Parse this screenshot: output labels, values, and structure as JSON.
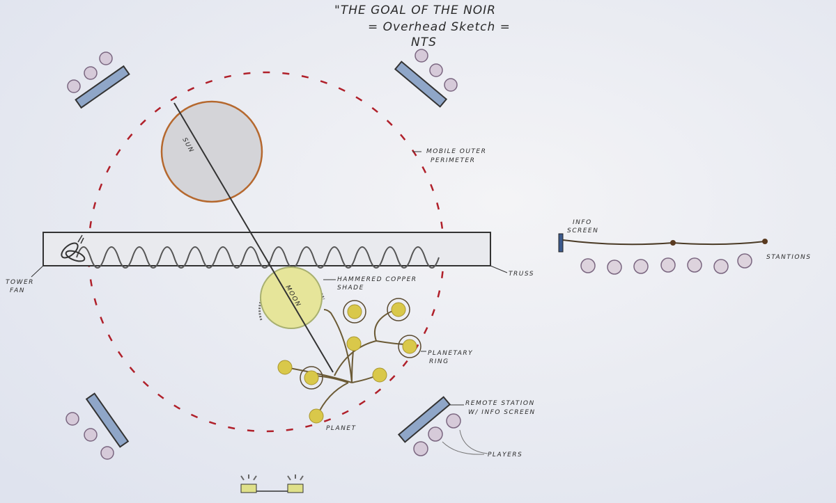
{
  "title": {
    "line1": "\"THE GOAL OF THE NOIR",
    "line2": "= Overhead Sketch =",
    "line3": "NTS"
  },
  "labels": {
    "perimeter_1": "MOBILE OUTER",
    "perimeter_2": "PERIMETER",
    "truss": "TRUSS",
    "fan_1": "TOWER",
    "fan_2": "FAN",
    "sun": "SUN",
    "moon": "MOON",
    "shade_1": "HAMMERED COPPER",
    "shade_2": "SHADE",
    "ring_1": "PLANETARY",
    "ring_2": "RING",
    "planet": "PLANET",
    "remote_1": "REMOTE STATION",
    "remote_2": "W/ INFO SCREEN",
    "players": "PLAYERS",
    "info_1": "INFO",
    "info_2": "SCREEN",
    "stanchions": "STANTIONS"
  },
  "colors": {
    "perimeter": "#b0202a",
    "sun": "#b5682e",
    "moon": "#e6e59a",
    "planet": "#d9c84a",
    "screen": "#8fa6c8",
    "player": "#b7a4bf"
  }
}
